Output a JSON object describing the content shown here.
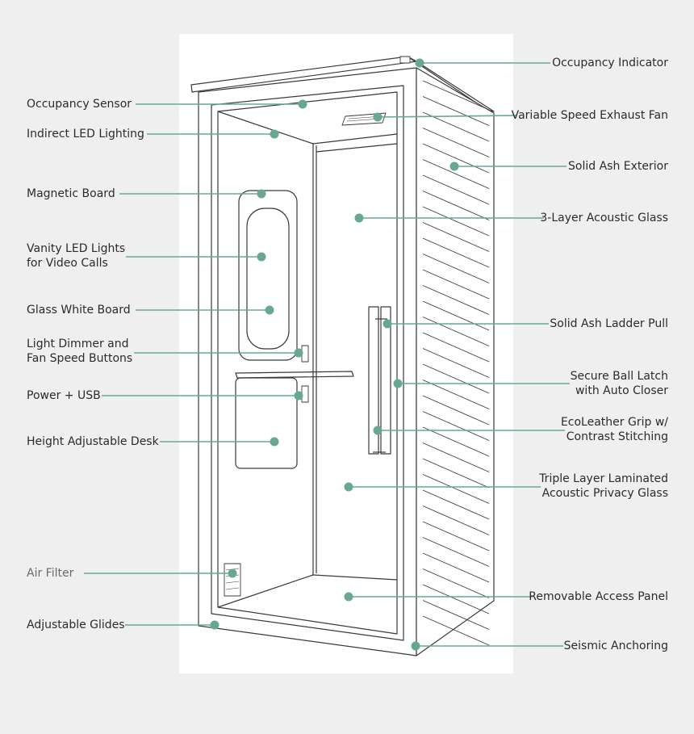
{
  "colors": {
    "accent": "#69a890",
    "line_art": "#3a3a3a"
  },
  "labels_left": [
    {
      "id": "occupancy-sensor",
      "text": "Occupancy Sensor"
    },
    {
      "id": "indirect-led-lighting",
      "text": "Indirect LED Lighting"
    },
    {
      "id": "magnetic-board",
      "text": "Magnetic Board"
    },
    {
      "id": "vanity-led-lights",
      "text": "Vanity LED Lights\nfor Video Calls"
    },
    {
      "id": "glass-white-board",
      "text": "Glass White Board"
    },
    {
      "id": "light-dimmer-fan-buttons",
      "text": "Light Dimmer and\nFan Speed Buttons"
    },
    {
      "id": "power-usb",
      "text": "Power + USB"
    },
    {
      "id": "height-adjustable-desk",
      "text": "Height Adjustable Desk"
    },
    {
      "id": "air-filter",
      "text": "Air Filter"
    },
    {
      "id": "adjustable-glides",
      "text": "Adjustable Glides"
    }
  ],
  "labels_right": [
    {
      "id": "occupancy-indicator",
      "text": "Occupancy Indicator"
    },
    {
      "id": "variable-speed-exhaust-fan",
      "text": "Variable Speed Exhaust Fan"
    },
    {
      "id": "solid-ash-exterior",
      "text": "Solid Ash Exterior"
    },
    {
      "id": "acoustic-glass",
      "text": "3-Layer Acoustic Glass"
    },
    {
      "id": "solid-ash-ladder-pull",
      "text": "Solid Ash Ladder Pull"
    },
    {
      "id": "secure-ball-latch",
      "text": "Secure Ball Latch\nwith Auto Closer"
    },
    {
      "id": "ecoleather-grip",
      "text": "EcoLeather Grip w/\nContrast Stitching"
    },
    {
      "id": "privacy-glass",
      "text": "Triple Layer Laminated\nAcoustic Privacy Glass"
    },
    {
      "id": "removable-access-panel",
      "text": "Removable Access Panel"
    },
    {
      "id": "seismic-anchoring",
      "text": "Seismic Anchoring"
    }
  ]
}
